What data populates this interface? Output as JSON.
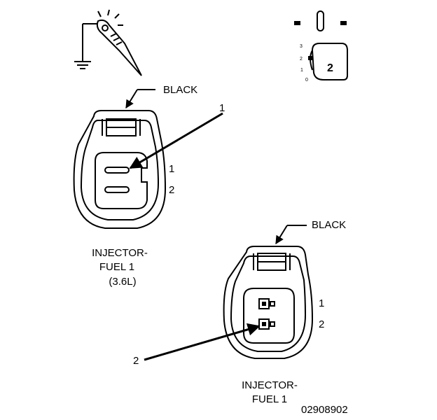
{
  "connector_a": {
    "wire_color": "BLACK",
    "pins": [
      "1",
      "2"
    ],
    "name_lines": [
      "INJECTOR-",
      "FUEL 1",
      "(3.6L)"
    ]
  },
  "connector_b": {
    "wire_color": "BLACK",
    "pins": [
      "1",
      "2"
    ],
    "name_lines": [
      "INJECTOR-",
      "FUEL 1"
    ]
  },
  "callouts": [
    "1",
    "2"
  ],
  "ignition_switch": {
    "positions": [
      "3",
      "2",
      "1",
      "0"
    ],
    "selected_position": "2"
  },
  "figure_id": "02908902",
  "icons": [
    "ground-symbol",
    "test-probe-icon",
    "ignition-key-icon"
  ]
}
